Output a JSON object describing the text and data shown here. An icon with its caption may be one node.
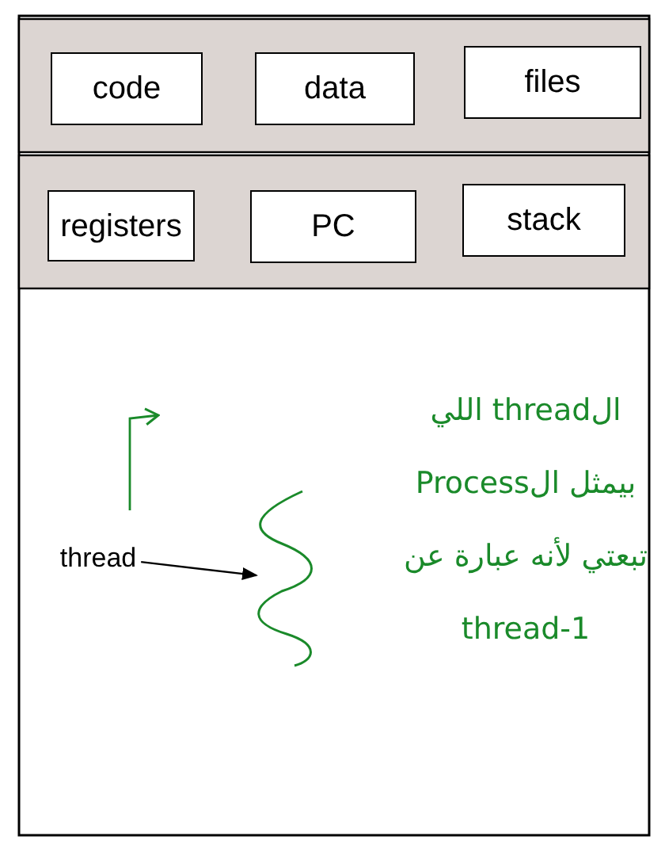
{
  "diagram": {
    "nodes": [
      {
        "text": [
          "code"
        ]
      },
      {
        "text": [
          "data"
        ]
      },
      {
        "text": [
          "files"
        ]
      },
      {
        "text": [
          "registers"
        ]
      },
      {
        "text": [
          "PC"
        ]
      },
      {
        "text": [
          "stack"
        ]
      },
      {
        "text": [
          "thread"
        ]
      },
      {
        "text": [],
        "shape": "picture"
      }
    ],
    "edges": [
      {
        "from": 6,
        "to": 7,
        "arrow": "to"
      }
    ],
    "labels": [
      "الthread اللي بيمثل الProcess تبعتي لأنه عبارة عن 1-thread"
    ]
  }
}
